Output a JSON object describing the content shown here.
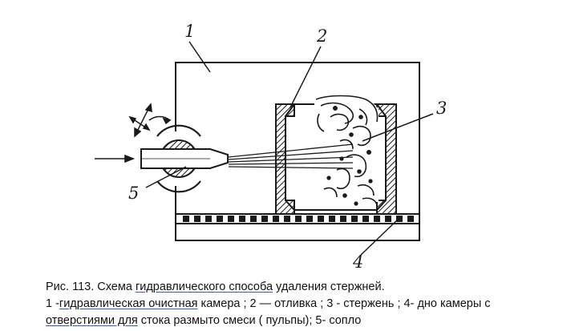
{
  "labels": {
    "l1": "1",
    "l2": "2",
    "l3": "3",
    "l4": "4",
    "l5": "5"
  },
  "caption": {
    "line1": {
      "a": "Рис. 113.  Схема ",
      "b": "гидравлического  способа",
      "c": " удаления  стержней."
    },
    "line2": {
      "a": "1 -",
      "b": "гидравлическая  очистная",
      "c": "  камера ; 2 — отливка ; 3 -  стержень ; 4- дно камеры  с"
    },
    "line3": {
      "a": " ",
      "b": "отверстиями  для",
      "c": "  стока  размыто  смеси ( пульпы);   5-  сопло"
    }
  }
}
